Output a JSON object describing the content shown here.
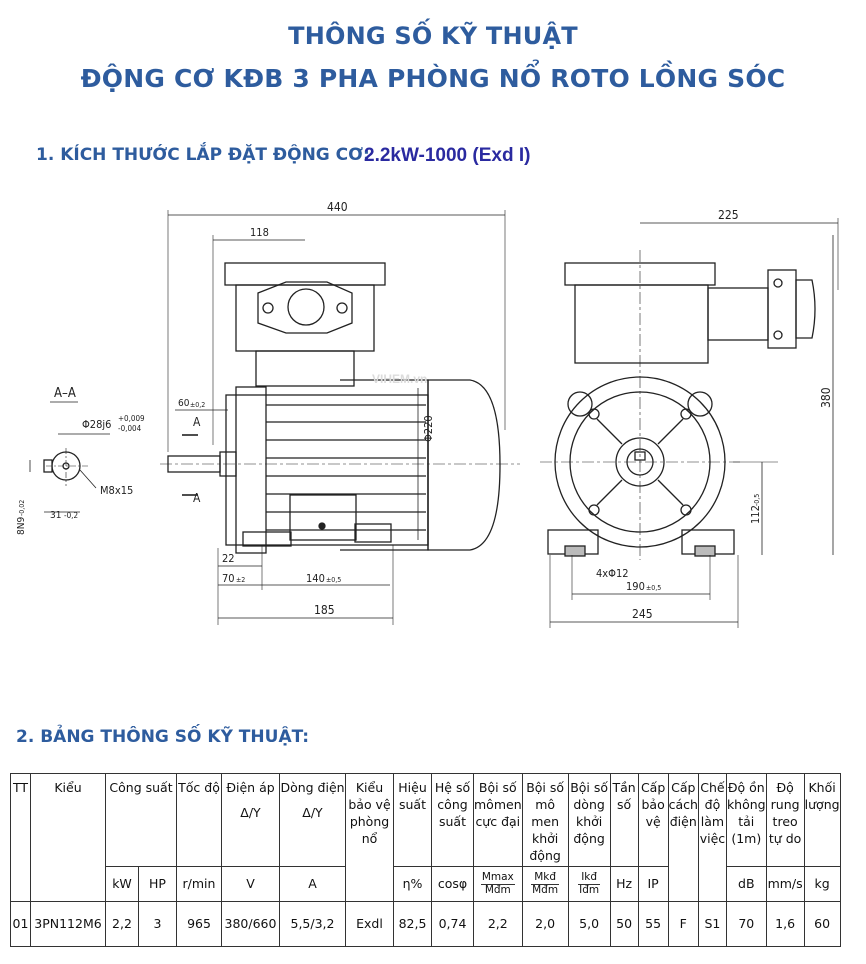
{
  "header": {
    "title_line1": "THÔNG SỐ KỸ THUẬT",
    "title_line2": "ĐỘNG CƠ KĐB 3 PHA PHÒNG NỔ ROTO LỒNG SÓC"
  },
  "section1": {
    "heading": "1. KÍCH THƯỚC LẮP ĐẶT ĐỘNG CƠ:",
    "model": "2.2kW-1000 (Exd I)"
  },
  "drawing": {
    "watermark": "VIHEM.vn",
    "section_label": "A–A",
    "shaft_fit": "Φ28j6",
    "shaft_tol_upper": "+0,009",
    "shaft_tol_lower": "-0,004",
    "keyway_width": "8N9",
    "keyway_width_tol": "-0,02",
    "keyway_depth": "31",
    "keyway_depth_tol": "-0,2",
    "thread": "M8x15",
    "section_marker": "A",
    "dim_overall_length": "440",
    "dim_terminal_box": "118",
    "dim_shaft_length": "60",
    "dim_shaft_length_tol": "±0,2",
    "dim_body_diameter": "Φ220",
    "dim_22": "22",
    "dim_70": "70",
    "dim_70_tol": "±2",
    "dim_140": "140",
    "dim_140_tol": "±0,5",
    "dim_185": "185",
    "dim_225": "225",
    "dim_380": "380",
    "dim_112": "112",
    "dim_112_tol": "-0,5",
    "dim_holes": "4xΦ12",
    "dim_190": "190",
    "dim_190_tol": "±0,5",
    "dim_245": "245"
  },
  "section2": {
    "heading": "2. BẢNG THÔNG SỐ KỸ THUẬT:"
  },
  "table": {
    "headers": {
      "tt": "TT",
      "kieu": "Kiểu",
      "cong_suat": "Công suất",
      "toc_do": "Tốc độ",
      "dien_ap": "Điện áp",
      "dien_ap_sub": "Δ/Y",
      "dong_dien": "Dòng điện",
      "dong_dien_sub": "Δ/Y",
      "kieu_bao_ve": "Kiểu bảo vệ phòng nổ",
      "hieu_suat": "Hiệu suất",
      "he_so": "Hệ số công suất",
      "boi_so_mm_cuc_dai": "Bội số mômen cực đại",
      "boi_so_mm_khoi_dong": "Bội số mô men khởi động",
      "boi_so_dong": "Bội số dòng khởi động",
      "tan_so": "Tần số",
      "cap_bao_ve": "Cấp bảo vệ",
      "cap_cach_dien": "Cấp cách điện",
      "che_do": "Chế độ làm việc",
      "do_on": "Độ ồn không tải (1m)",
      "do_rung": "Độ rung treo tự do",
      "khoi_luong": "Khối lượng"
    },
    "units": {
      "kw": "kW",
      "hp": "HP",
      "rpm": "r/min",
      "v": "V",
      "a": "A",
      "eta": "η%",
      "cosphi": "cosφ",
      "mmax_num": "Mmax",
      "mmax_den": "Mđm",
      "mkd_num": "Mkđ",
      "mkd_den": "Mđm",
      "ikd_num": "Ikđ",
      "ikd_den": "Iđm",
      "hz": "Hz",
      "ip": "IP",
      "db": "dB",
      "mms": "mm/s",
      "kg": "kg"
    },
    "row": {
      "tt": "01",
      "kieu": "3PN112M6",
      "kw": "2,2",
      "hp": "3",
      "rpm": "965",
      "v": "380/660",
      "a": "5,5/3,2",
      "protection": "Exdl",
      "eta": "82,5",
      "cosphi": "0,74",
      "mmax": "2,2",
      "mkd": "2,0",
      "ikd": "5,0",
      "hz": "50",
      "ip": "55",
      "insulation": "F",
      "duty": "S1",
      "noise": "70",
      "vibration": "1,6",
      "weight": "60"
    }
  }
}
